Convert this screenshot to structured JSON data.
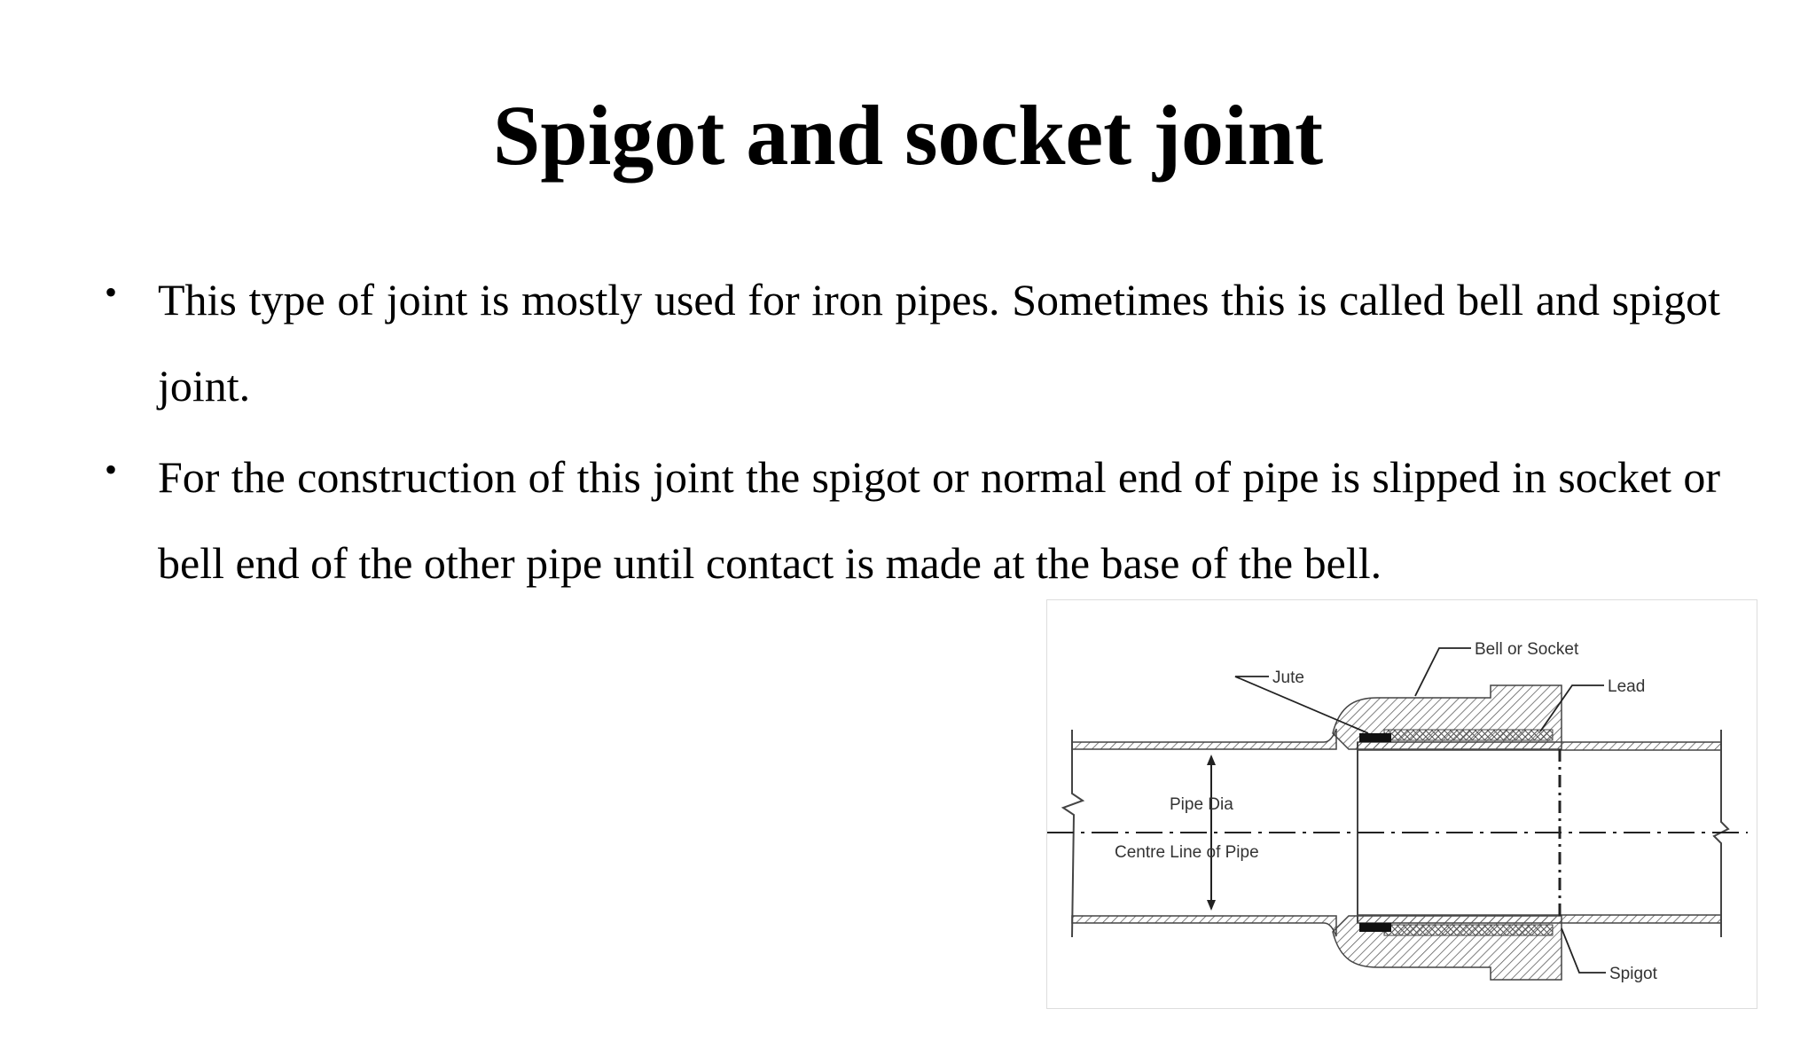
{
  "slide": {
    "title": "Spigot and socket joint"
  },
  "bullets": [
    {
      "text": "This type of joint is mostly used for iron pipes. Sometimes this is called bell and spigot joint."
    },
    {
      "text": "For the construction of this joint the spigot or normal end of pipe is slipped in socket or bell end of the other pipe until contact is made at the base of the bell."
    }
  ],
  "diagram": {
    "labels": {
      "bell": "Bell or Socket",
      "jute": "Jute",
      "lead": "Lead",
      "pipe_dia": "Pipe Dia",
      "centre_line": "Centre Line of Pipe",
      "spigot": "Spigot"
    }
  }
}
